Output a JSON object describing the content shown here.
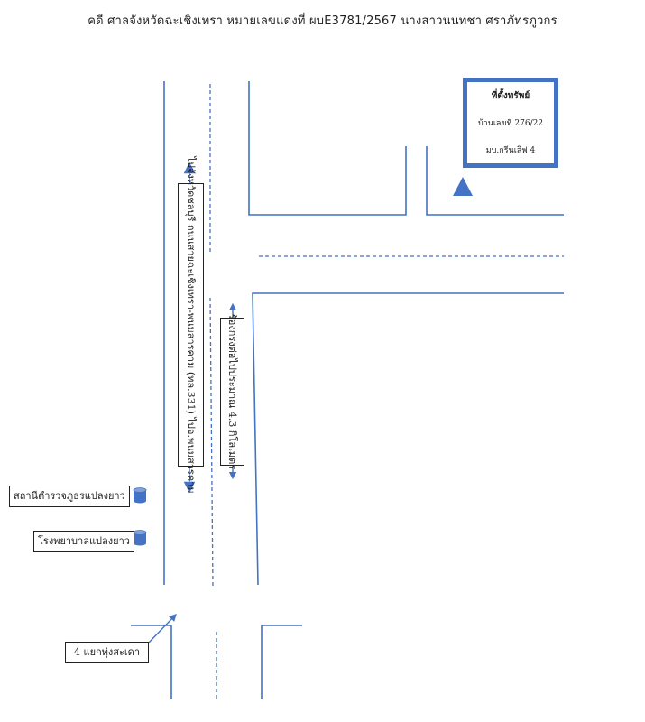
{
  "header": {
    "title": "คดี ศาลจังหวัดฉะเชิงเทรา หมายเลขแดงที่ ผบE3781/2567 นางสาวนนทชา ศราภัทรภูวกร"
  },
  "property_box": {
    "title": "ที่ตั้งทรัพย์",
    "house_no": "บ้านเลขที่ 276/22",
    "village": "มบ.กรีนเลิฟ 4"
  },
  "road_labels": {
    "main_road": "ไปจังหวัดชลบุรี ถนนสายฉะเชิงเทรา-พนมสารคาม (ทล.331) ไปอ.พนมสารคาม",
    "distance": "ร้องกรงต่อไปประมาณ 4.3 กิโลเมตร"
  },
  "landmarks": {
    "police_station": "สถานีตำรวจภูธรแปลงยาว",
    "hospital": "โรงพยาบาลแปลงยาว",
    "intersection": "4 แยกทุ่งสะเดา"
  },
  "colors": {
    "road_line": "#4472C4",
    "marker": "#4472C4",
    "frame": "#4472C4"
  },
  "icons": {
    "location_marker": "triangle-marker-icon",
    "landmark": "cylinder-icon",
    "direction": "arrow-icon"
  }
}
